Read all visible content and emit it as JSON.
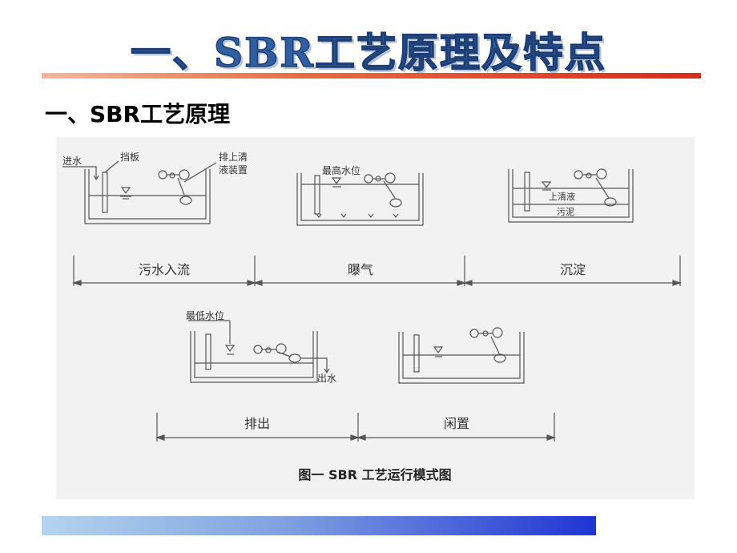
{
  "title": "一、SBR工艺原理及特点",
  "subtitle": "一、SBR工艺原理",
  "diagram": {
    "labels": {
      "inflow": "进水",
      "baffle": "挡板",
      "decanter_line1": "排上清",
      "decanter_line2": "液装置",
      "max_water_level": "最高水位",
      "supernatant": "上清液",
      "sludge": "污泥",
      "min_water_level": "最低水位",
      "outflow": "出水"
    },
    "phases": {
      "fill": "污水入流",
      "aeration": "曝气",
      "settle": "沉淀",
      "draw": "排出",
      "idle": "闲置"
    },
    "caption": "图一 SBR 工艺运行模式图"
  }
}
